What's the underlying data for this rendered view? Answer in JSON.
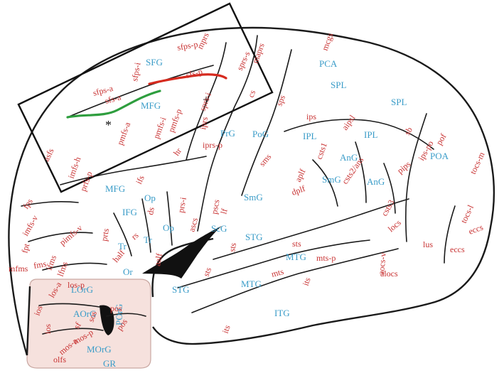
{
  "colors": {
    "gyrus_label": "#3a9cc8",
    "sulcus_label": "#c83232",
    "orbital_fill": "#f6e1dd",
    "trace_red": "#d62a1e",
    "trace_green": "#2e9e3e",
    "outline": "#1a1a1a"
  },
  "markers": {
    "asterisk": "*",
    "plus": "+"
  },
  "gyri": [
    "SFG",
    "MFG",
    "MFG",
    "IFG",
    "Op",
    "Op",
    "Tr",
    "Tr",
    "Or",
    "PrG",
    "PoG",
    "SmG",
    "SmG",
    "AnG",
    "AnG",
    "IPL",
    "IPL",
    "SPL",
    "SPL",
    "PCA",
    "POA",
    "STG",
    "STG",
    "MTG",
    "MTG",
    "ITG",
    "ScG",
    "LOrG",
    "AOrG",
    "POrG",
    "MOrG",
    "GR"
  ],
  "sulci": [
    "sfps-p",
    "mprs",
    "maprs",
    "sfps-i",
    "sfs-p",
    "sprs-s",
    "sfps-a",
    "sfs-a",
    "sprs-i",
    "cs",
    "pmfs-p",
    "pmfs-i",
    "pmfs-a",
    "iprs",
    "iprs-p",
    "hr",
    "asfs",
    "imfs-h",
    "prfs-p",
    "ifs",
    "prs-i",
    "ds",
    "fps",
    "imfs-v",
    "pimfs-v",
    "fpt",
    "fms",
    "mfms",
    "ifms",
    "lfms",
    "prts",
    "rs",
    "half",
    "aalf",
    "ascs",
    "pscs",
    "lf",
    "mcgs",
    "sps",
    "ips",
    "aipsl",
    "csts1",
    "sms",
    "aplf",
    "dplf",
    "csts2/ans",
    "pips",
    "sb",
    "ips-po",
    "pof",
    "tocs-m",
    "csts3",
    "tocs-l",
    "locs",
    "lus",
    "eccs",
    "eccs",
    "alocs",
    "aocs-v",
    "sts",
    "sts",
    "sts",
    "mts",
    "mts-p",
    "its",
    "its",
    "los-a",
    "los-p",
    "ios",
    "ios",
    "pos",
    "pos",
    "sos",
    "sf",
    "mos-p",
    "mos-a",
    "olfs"
  ]
}
